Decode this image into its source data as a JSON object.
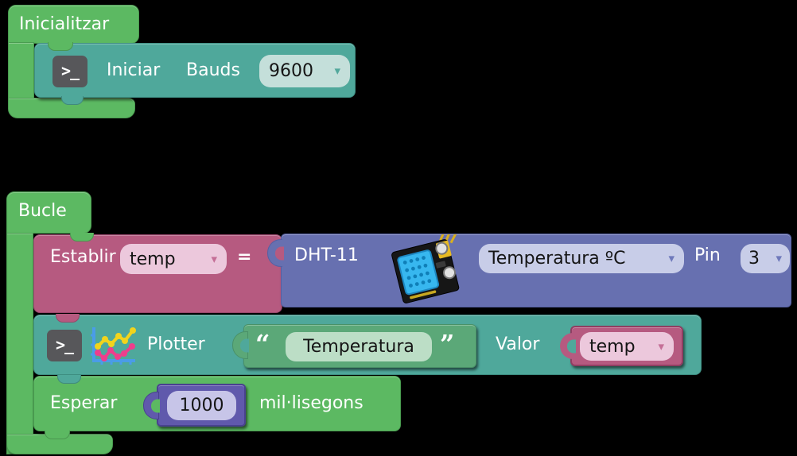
{
  "ui": {
    "terminal_glyph": ">_",
    "dropdown_arrow": "▾"
  },
  "colors": {
    "workspace_bg": "#000000",
    "event_green": "#5CB962",
    "serial_teal": "#4FA89B",
    "variable_pink": "#B65A80",
    "sensor_blue": "#6770B0",
    "number_purple": "#6059AC",
    "text_green": "#5BA878",
    "dropdown_teal": "#C4DFDA",
    "dropdown_pink": "#ECC8DC",
    "dropdown_blue": "#C8CDE8",
    "number_field": "#C7C5E8",
    "text_field": "#BCDEC6"
  },
  "init": {
    "label": "Inicialitzar",
    "serial": {
      "action": "Iniciar",
      "baud_label": "Bauds",
      "baud_value": "9600"
    }
  },
  "loop": {
    "label": "Bucle",
    "set": {
      "action": "Establir",
      "variable": "temp",
      "equals": "=",
      "dht": {
        "name": "DHT-11",
        "measure": "Temperatura ºC",
        "pin_label": "Pin",
        "pin": "3"
      }
    },
    "plot": {
      "action": "Plotter",
      "open_quote": "“",
      "text": "Temperatura",
      "close_quote": "”",
      "value_label": "Valor",
      "variable": "temp"
    },
    "wait": {
      "action": "Esperar",
      "ms": "1000",
      "unit": "mil·lisegons"
    }
  }
}
